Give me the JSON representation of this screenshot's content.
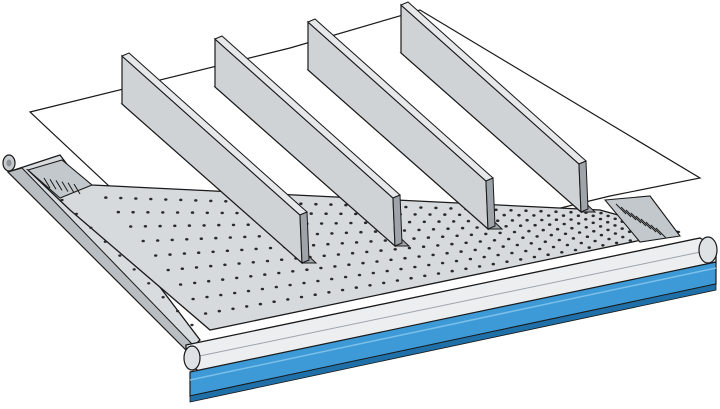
{
  "illustration": {
    "subject": "drawer-with-partitions",
    "divider_count": 4,
    "colors": {
      "outline": "#1a1a1a",
      "metal_light": "#e6e8ea",
      "metal_mid": "#cfd3d6",
      "metal_dark": "#9ea4a9",
      "mat": "#ffffff",
      "perforation": "#2a2a2a",
      "handle_blue": "#3d9ad6",
      "handle_blue_dark": "#1f6fa8"
    },
    "icons": {
      "front_handle": "drawer-handle-strip",
      "left_comb": "slot-comb-left",
      "right_comb": "slot-comb-right",
      "knob": "drawer-knob"
    }
  }
}
